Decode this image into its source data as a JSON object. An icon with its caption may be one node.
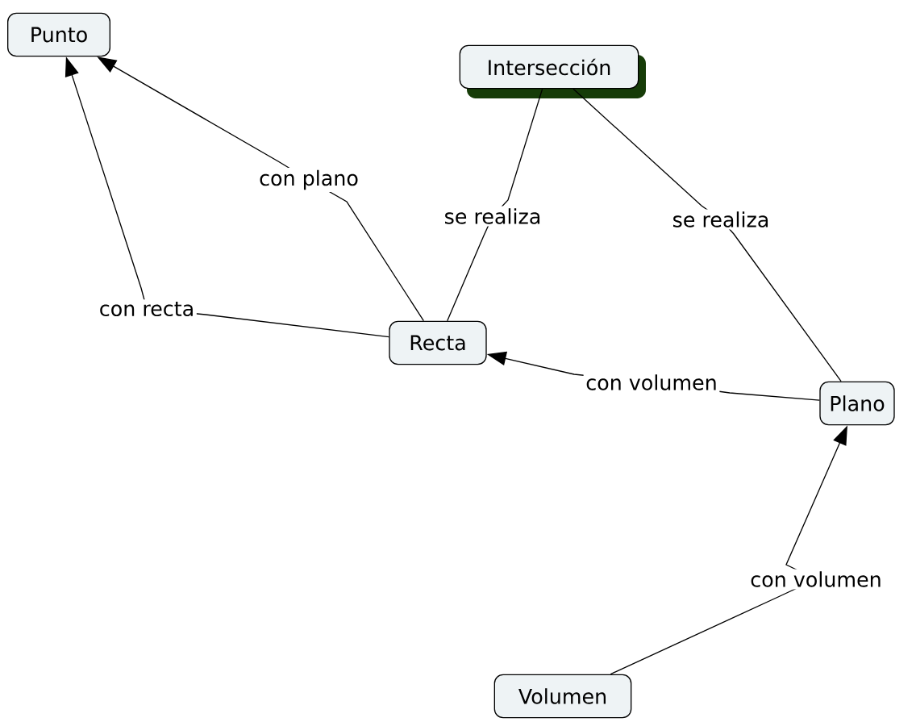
{
  "diagram": {
    "nodes": [
      {
        "text": [
          "Punto"
        ]
      },
      {
        "text": [
          "Intersección"
        ]
      },
      {
        "text": [
          "Recta"
        ]
      },
      {
        "text": [
          "Plano"
        ]
      },
      {
        "text": [
          "Volumen"
        ]
      }
    ],
    "edges": [
      {
        "from": 2,
        "to": 0,
        "arrow": "to",
        "label": "con recta"
      },
      {
        "from": 2,
        "to": 0,
        "arrow": "to",
        "label": "con plano"
      },
      {
        "from": 1,
        "to": 2,
        "arrow": "none",
        "label": "se realiza"
      },
      {
        "from": 1,
        "to": 3,
        "arrow": "none",
        "label": "se realiza"
      },
      {
        "from": 3,
        "to": 2,
        "arrow": "to",
        "label": "con volumen"
      },
      {
        "from": 4,
        "to": 3,
        "arrow": "to",
        "label": "con volumen"
      }
    ]
  }
}
